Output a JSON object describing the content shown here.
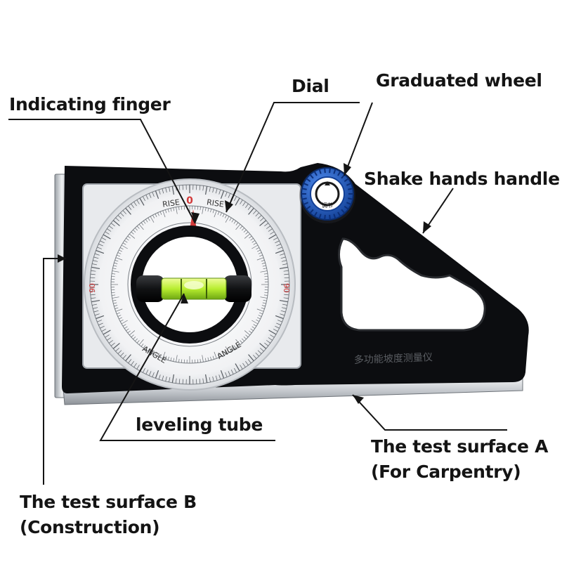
{
  "labels": {
    "indicating_finger": "Indicating finger",
    "dial": "Dial",
    "graduated_wheel": "Graduated wheel",
    "shake_hands_handle": "Shake hands handle",
    "leveling_tube": "leveling tube",
    "test_surface_a_line1": "The test surface A",
    "test_surface_a_line2": "(For Carpentry)",
    "test_surface_b_line1": "The test surface B",
    "test_surface_b_line2": "(Construction)"
  },
  "dial": {
    "rise_label": "RISE",
    "angle_label": "ANGLE",
    "zero": "0",
    "ninety": "90"
  },
  "device": {
    "brand_text": "多功能坡度测量仪",
    "wheel_text": "调节"
  },
  "colors": {
    "body": "#0c0d10",
    "wheel": "#1e5fc8",
    "aluminum": "#c9cdd2",
    "bubble": "#b8f03a",
    "scale_red": "#d23a3a"
  }
}
